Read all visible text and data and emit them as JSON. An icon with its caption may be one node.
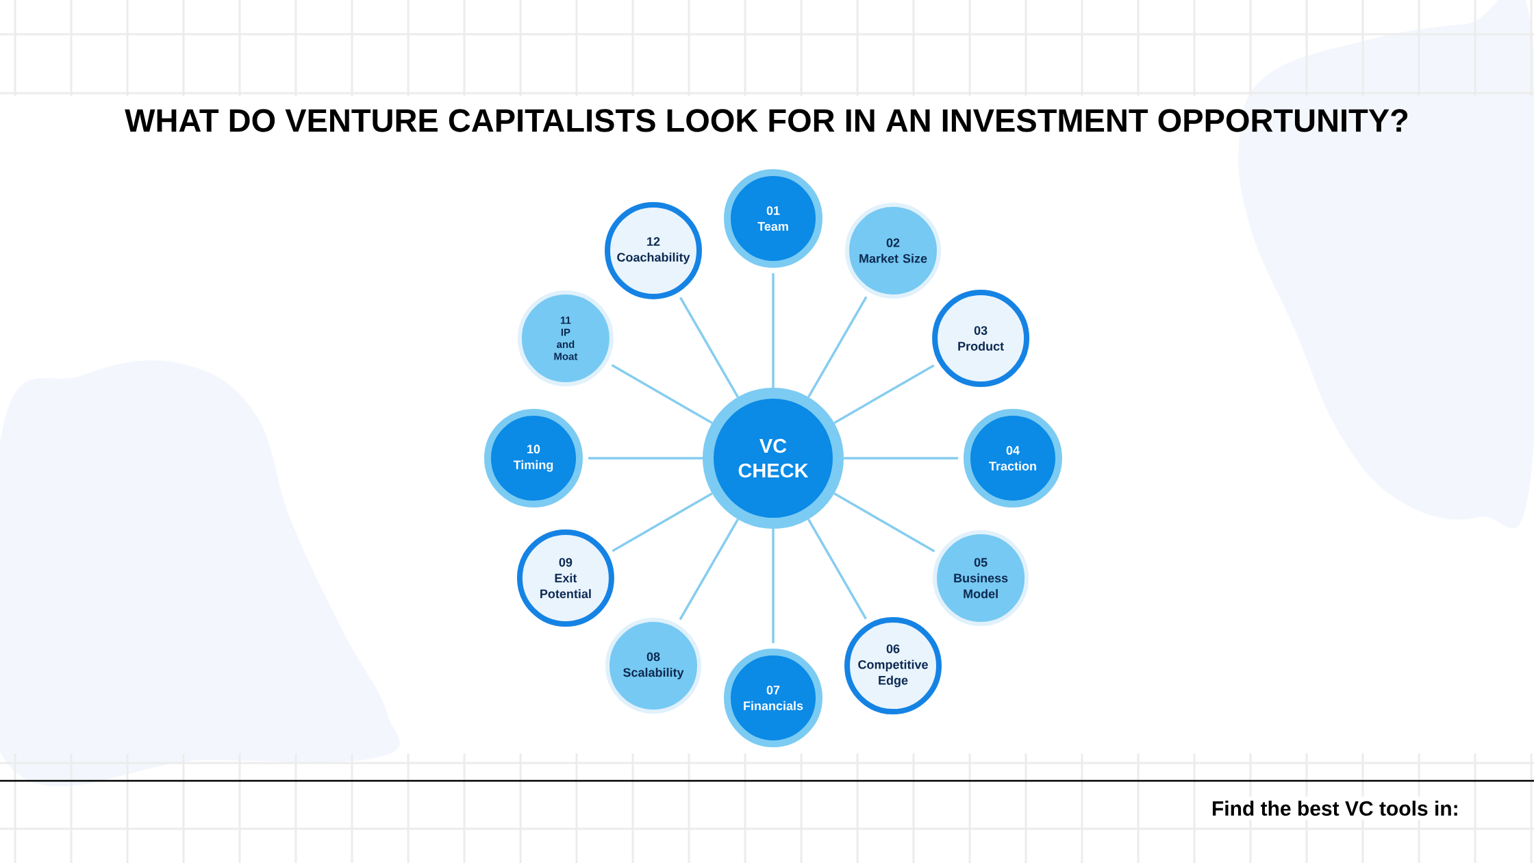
{
  "diagram": {
    "title": "WHAT DO VENTURE CAPITALISTS LOOK FOR IN AN INVESTMENT OPPORTUNITY?",
    "nodes": [
      {
        "text": [
          "VC CHECK"
        ]
      },
      {
        "text": [
          "01",
          "Team"
        ]
      },
      {
        "text": [
          "02",
          "Market Size"
        ]
      },
      {
        "text": [
          "03",
          "Product"
        ]
      },
      {
        "text": [
          "04",
          "Traction"
        ]
      },
      {
        "text": [
          "05",
          "Business Model"
        ]
      },
      {
        "text": [
          "06",
          "Competitive Edge"
        ]
      },
      {
        "text": [
          "07",
          "Financials"
        ]
      },
      {
        "text": [
          "08",
          "Scalability"
        ]
      },
      {
        "text": [
          "09",
          "Exit Potential"
        ]
      },
      {
        "text": [
          "10",
          "Timing"
        ]
      },
      {
        "text": [
          "11",
          "IP and Moat"
        ]
      },
      {
        "text": [
          "12",
          "Coachability"
        ]
      }
    ],
    "edges": [
      {
        "from": 0,
        "to": 1,
        "arrow": "none"
      },
      {
        "from": 0,
        "to": 2,
        "arrow": "none"
      },
      {
        "from": 0,
        "to": 3,
        "arrow": "none"
      },
      {
        "from": 0,
        "to": 4,
        "arrow": "none"
      },
      {
        "from": 0,
        "to": 5,
        "arrow": "none"
      },
      {
        "from": 0,
        "to": 6,
        "arrow": "none"
      },
      {
        "from": 0,
        "to": 7,
        "arrow": "none"
      },
      {
        "from": 0,
        "to": 8,
        "arrow": "none"
      },
      {
        "from": 0,
        "to": 9,
        "arrow": "none"
      },
      {
        "from": 0,
        "to": 10,
        "arrow": "none"
      },
      {
        "from": 0,
        "to": 11,
        "arrow": "none"
      },
      {
        "from": 0,
        "to": 12,
        "arrow": "none"
      }
    ],
    "labels": [
      "Find the best VC tools in:"
    ]
  }
}
